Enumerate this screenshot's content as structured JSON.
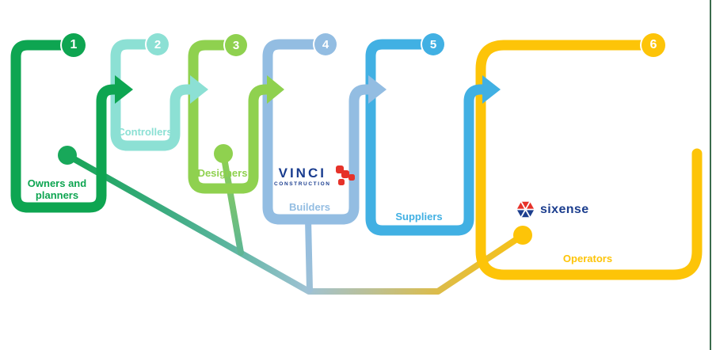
{
  "stages": [
    {
      "number": "1",
      "label": "Owners and planners"
    },
    {
      "number": "2",
      "label": "Controllers"
    },
    {
      "number": "3",
      "label": "Designers"
    },
    {
      "number": "4",
      "label": "Builders"
    },
    {
      "number": "5",
      "label": "Suppliers"
    },
    {
      "number": "6",
      "label": "Operators"
    }
  ],
  "logos": {
    "vinci_name": "VINCI",
    "vinci_sub": "CONSTRUCTION",
    "sixense_name": "sixense"
  },
  "colors": {
    "stage1_green": "#0ea551",
    "stage2_teal": "#8ce0d4",
    "stage3_green": "#8fd14f",
    "stage4_blue": "#93bde2",
    "stage5_blue": "#41b0e3",
    "stage6_yellow": "#fdc408",
    "owners_dot_green": "#18a85a",
    "vinci_navy": "#1a3d8f",
    "sixense_navy": "#1c3e8e",
    "logo_red": "#e63229",
    "right_edge_green": "#3a6b4c"
  }
}
